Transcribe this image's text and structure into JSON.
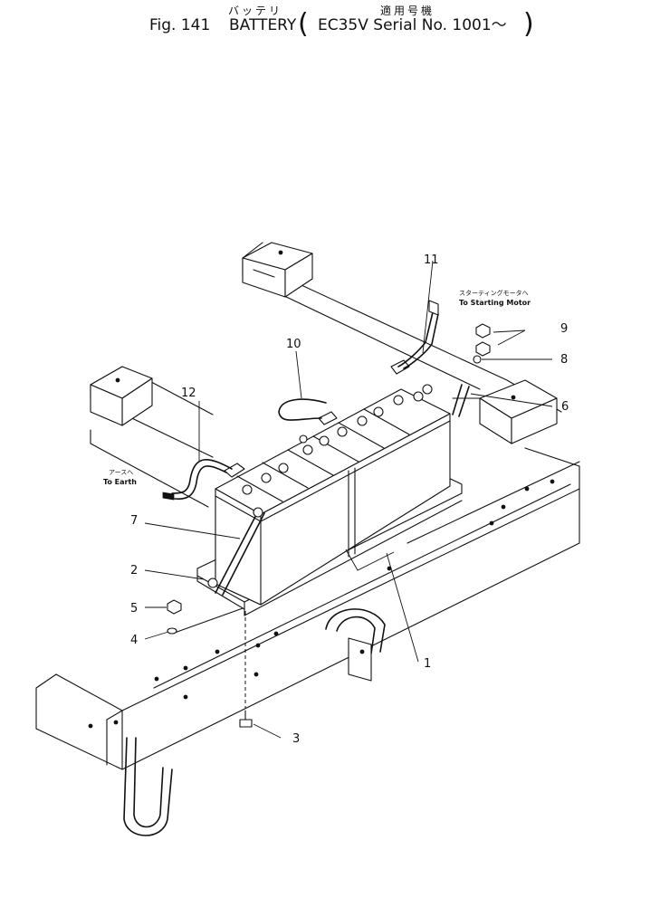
{
  "header": {
    "fig_label": "Fig. 141",
    "title_jp": "バッテリ",
    "title_en": "BATTERY",
    "applicability_jp": "適用号機",
    "open_paren": "(",
    "serial_text": "EC35V  Serial  No.  1001～",
    "close_paren": ")"
  },
  "annotations": {
    "starting_motor_jp": "スターティングモータへ",
    "starting_motor_en": "To Starting Motor",
    "earth_jp": "アースへ",
    "earth_en": "To Earth"
  },
  "callouts": [
    "1",
    "2",
    "3",
    "4",
    "5",
    "6",
    "7",
    "8",
    "9",
    "10",
    "11",
    "12"
  ]
}
